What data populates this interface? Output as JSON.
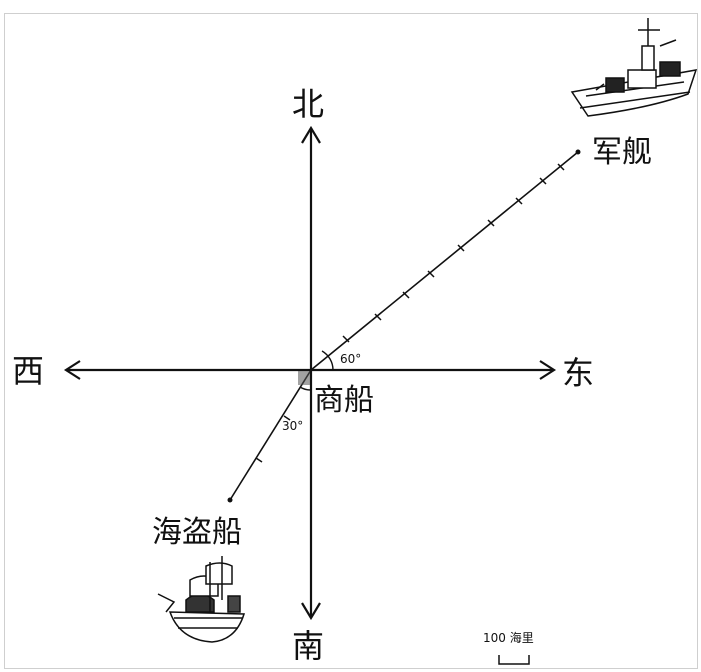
{
  "directions": {
    "north": "北",
    "south": "南",
    "east": "东",
    "west": "西"
  },
  "objects": {
    "warship": "军舰",
    "merchant_ship": "商船",
    "pirate_ship": "海盗船"
  },
  "angles": {
    "warship_bearing": "60°",
    "pirate_bearing": "30°"
  },
  "scale": {
    "label": "100 海里"
  }
}
